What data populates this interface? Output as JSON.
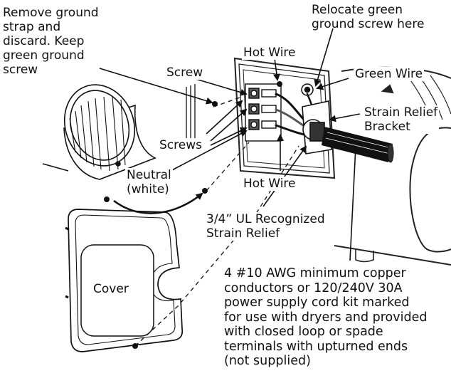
{
  "labels": {
    "remove_ground_strap": [
      "Remove ground",
      "strap and",
      "discard. Keep",
      "green ground",
      "screw"
    ],
    "relocate_green_screw": [
      "Relocate green",
      "ground screw here"
    ],
    "hot_wire_top": "Hot Wire",
    "green_wire": "Green Wire",
    "screw": "Screw",
    "strain_relief_bracket": [
      "Strain Relief",
      "Bracket"
    ],
    "screws": "Screws",
    "neutral": [
      "Neutral",
      "(white)"
    ],
    "hot_wire_bottom": "Hot Wire",
    "ul_strain_relief": [
      "3/4” UL Recognized",
      "Strain Relief"
    ],
    "cover": "Cover",
    "conductors_note": [
      "4 #10 AWG minimum copper",
      "conductors or 120/240V 30A",
      "power supply cord kit marked",
      "for use with dryers and provided",
      "with closed loop or spade",
      "terminals with upturned ends",
      "(not supplied)"
    ]
  }
}
